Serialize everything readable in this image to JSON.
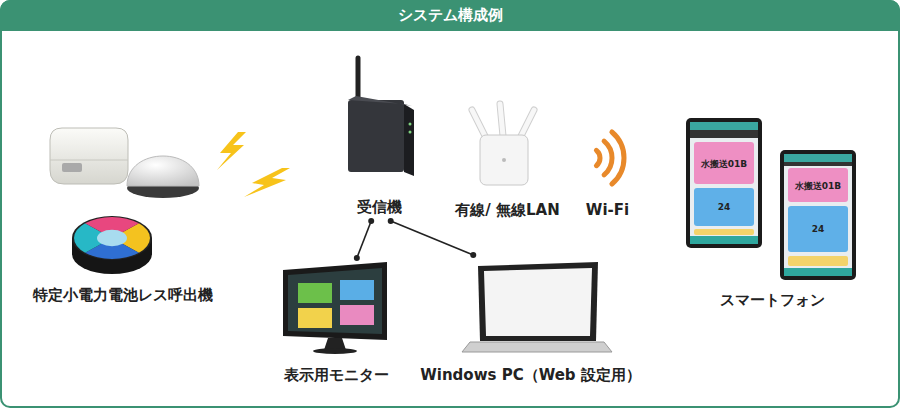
{
  "diagram": {
    "title": "システム構成例",
    "nodes": [
      {
        "text": [
          "特定小電力電池レス呼出機"
        ]
      },
      {
        "text": [
          "受信機"
        ]
      },
      {
        "text": [
          "有線/ 無線LAN"
        ]
      },
      {
        "text": [
          "Wi-Fi"
        ]
      },
      {
        "text": [
          "スマートフォン"
        ]
      },
      {
        "text": [
          "表示用モニター"
        ]
      },
      {
        "text": [
          "Windows PC（Web 設定用）"
        ]
      }
    ],
    "edges": [
      {
        "from": 1,
        "to": 5,
        "arrow": "none"
      },
      {
        "from": 1,
        "to": 6,
        "arrow": "none"
      }
    ],
    "labels": [
      "水搬送01B",
      "24",
      "水搬送01B",
      "24"
    ]
  }
}
